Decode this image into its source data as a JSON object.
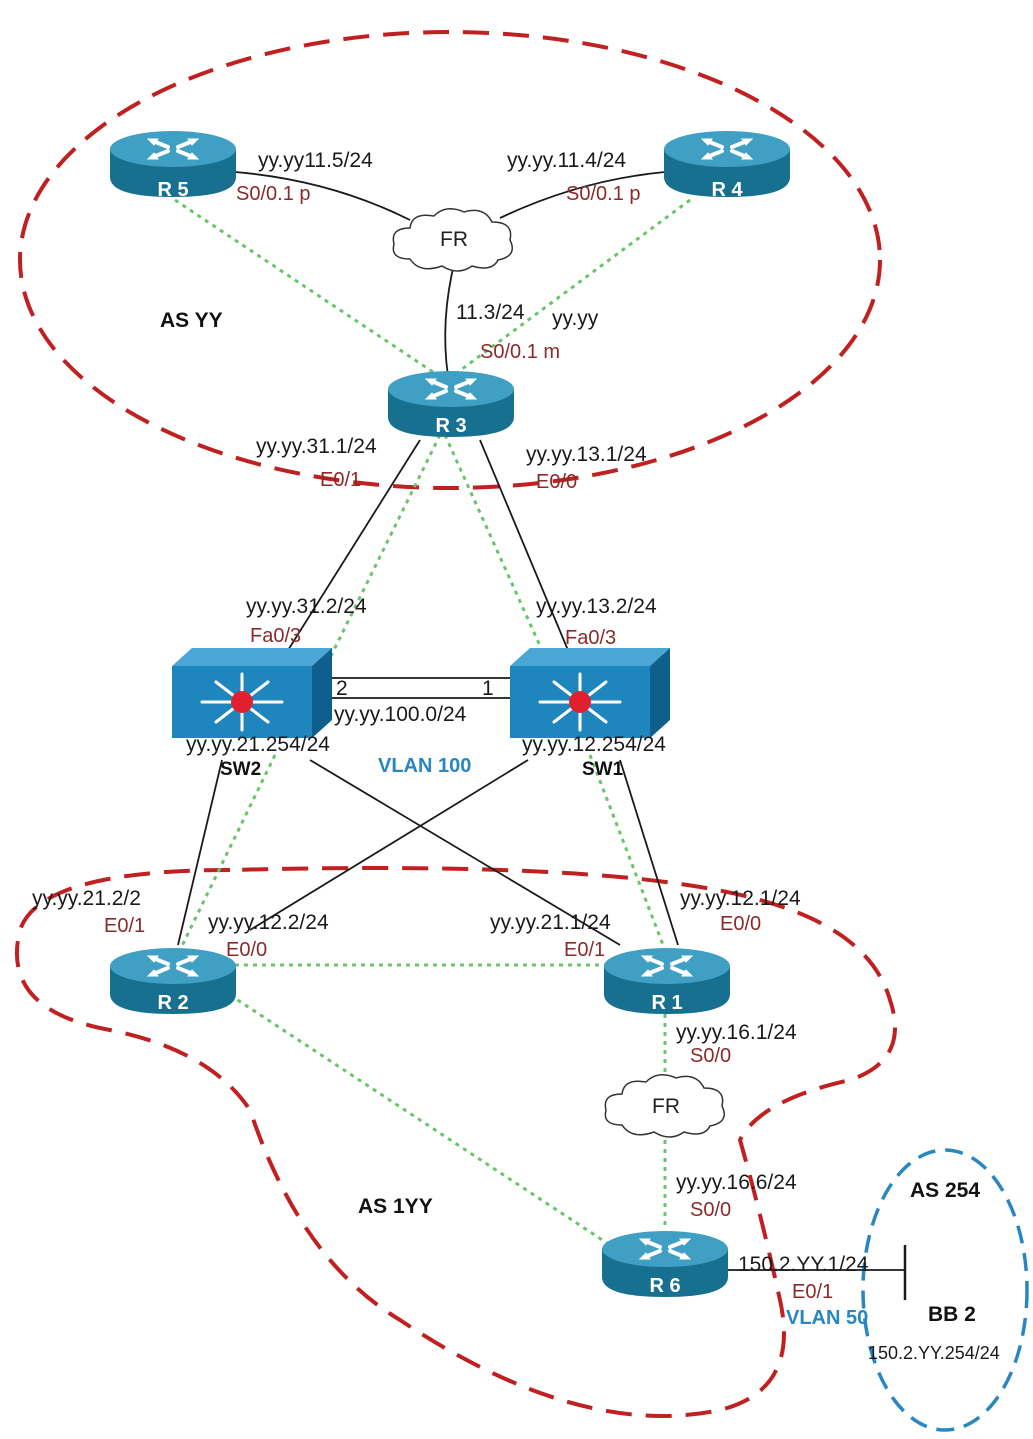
{
  "as_labels": {
    "as_yy": "AS YY",
    "as_1yy": "AS 1YY",
    "as_254": "AS 254"
  },
  "devices": {
    "r1": "R 1",
    "r2": "R 2",
    "r3": "R 3",
    "r4": "R 4",
    "r5": "R 5",
    "r6": "R 6",
    "sw1": "SW1",
    "sw2": "SW2",
    "bb2": "BB 2"
  },
  "clouds": {
    "fr_top": "FR",
    "fr_bottom": "FR"
  },
  "vlans": {
    "vlan100": "VLAN 100",
    "vlan50": "VLAN 50"
  },
  "addresses": {
    "r5_s0": "yy.yy11.5/24",
    "r4_s0": "yy.yy.11.4/24",
    "r3_s0": "11.3/24",
    "r3_s0_prefix": "yy.yy",
    "r3_e01": "yy.yy.31.1/24",
    "r3_e00": "yy.yy.13.1/24",
    "sw2_fa03": "yy.yy.31.2/24",
    "sw1_fa03": "yy.yy.13.2/24",
    "trunk": "yy.yy.100.0/24",
    "sw2_vlan": "yy.yy.21.254/24",
    "sw1_vlan": "yy.yy.12.254/24",
    "r2_e01": "yy.yy.21.2/2",
    "r2_e00": "yy.yy.12.2/24",
    "r1_e01": "yy.yy.21.1/24",
    "r1_e00": "yy.yy.12.1/24",
    "r1_s00": "yy.yy.16.1/24",
    "r6_s00": "yy.yy.16.6/24",
    "r6_e01": "150.2.YY.1/24",
    "bb2_addr": "150.2.YY.254/24"
  },
  "ports": {
    "r5_s0": "S0/0.1 p",
    "r4_s0": "S0/0.1 p",
    "r3_s0": "S0/0.1 m",
    "r3_e01": "E0/1",
    "r3_e00": "E0/0",
    "sw2_fa03": "Fa0/3",
    "sw1_fa03": "Fa0/3",
    "sw2_trunk": "2",
    "sw1_trunk": "1",
    "r2_e01": "E0/1",
    "r2_e00": "E0/0",
    "r1_e01": "E0/1",
    "r1_e00": "E0/0",
    "r1_s00": "S0/0",
    "r6_s00": "S0/0",
    "r6_e01": "E0/1"
  },
  "colors": {
    "router_body": "#1a7ea3",
    "router_top": "#3b9bc0",
    "switch_body": "#1f86bd",
    "boundary_red": "#c0201f",
    "boundary_blue": "#2a86c0",
    "green_link": "#6ac46a",
    "link_black": "#1a1a1a"
  }
}
